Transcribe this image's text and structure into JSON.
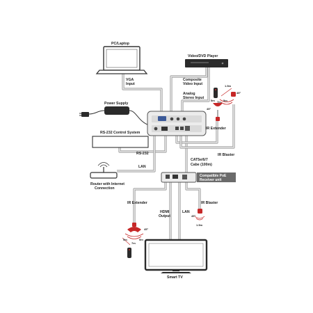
{
  "labels": {
    "pc_laptop": "PC/Laptop",
    "video_dvd_player": "Video/DVD Player",
    "vga_input_1": "VGA",
    "vga_input_2": "Input",
    "composite_1": "Composite",
    "composite_2": "Video Input",
    "analog_1": "Analog",
    "analog_2": "Stereo Input",
    "power_supply": "Power Supply",
    "rs232_control": "RS-232 Control System",
    "rs232": "RS-232",
    "ir_extender_top": "IR Extender",
    "ir_blaster_top": "IR Blaster",
    "lan_top": "LAN",
    "router_1": "Router with Internet",
    "router_2": "Connection",
    "cat_1": "CAT5e/6/7",
    "cat_2": "Cabe (100m)",
    "receiver_1": "Compatible PoE",
    "receiver_2": "Receiver unit",
    "ir_extender_bottom": "IR Extender",
    "hdmi_1": "HDMI",
    "hdmi_2": "Output",
    "lan_bottom": "LAN",
    "ir_blaster_bottom": "IR Blaster",
    "smart_tv": "Smart TV",
    "cable_len_top": "1.5m",
    "cable_len_bottom": "1.5m",
    "angle_top": "45°",
    "angle_top_b": "45°",
    "angle_bottom": "45°",
    "angle_blaster": "45°",
    "range_top_l": "5m",
    "range_top_m": "7m",
    "range_top_r": "5m",
    "range_bot_l": "5m",
    "range_bot_m": "7m",
    "range_bot_r": "5m"
  },
  "colors": {
    "cable": "#9a9a9a",
    "device": "#2b2b2b",
    "ir_red": "#c62828",
    "receiver_bar": "#6b6b6b"
  }
}
